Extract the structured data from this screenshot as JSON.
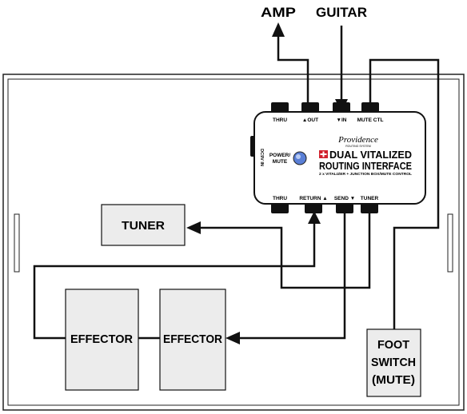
{
  "labels": {
    "amp": "AMP",
    "guitar": "GUITAR",
    "tuner_box": "TUNER",
    "effector_1": "EFFECTOR",
    "effector_2": "EFFECTOR",
    "foot_switch_line1": "FOOT",
    "foot_switch_line2": "SWITCH",
    "foot_switch_line3": "(MUTE)"
  },
  "device": {
    "brand": "Providence",
    "brand_sub": "ROUTING SYSTEM",
    "title_line1": "DUAL VITALIZED",
    "title_line2": "ROUTING INTERFACE",
    "subtitle": "2 x VITALIZER + JUNCTION BOX/MUTE CONTROL",
    "power_label_line1": "POWER/",
    "power_label_line2": "MUTE",
    "dc_label": "DC9V IN",
    "top_jacks": [
      "THRU",
      "▲OUT",
      "▼IN",
      "MUTE CTL"
    ],
    "bottom_jacks": [
      "THRU",
      "RETURN ▲",
      "SEND ▼",
      "TUNER"
    ]
  },
  "colors": {
    "line": "#111111",
    "box_fill": "#ececec",
    "board_outline": "#222222",
    "power_led": "#5a7fd6",
    "brand_red": "#d1202c"
  }
}
